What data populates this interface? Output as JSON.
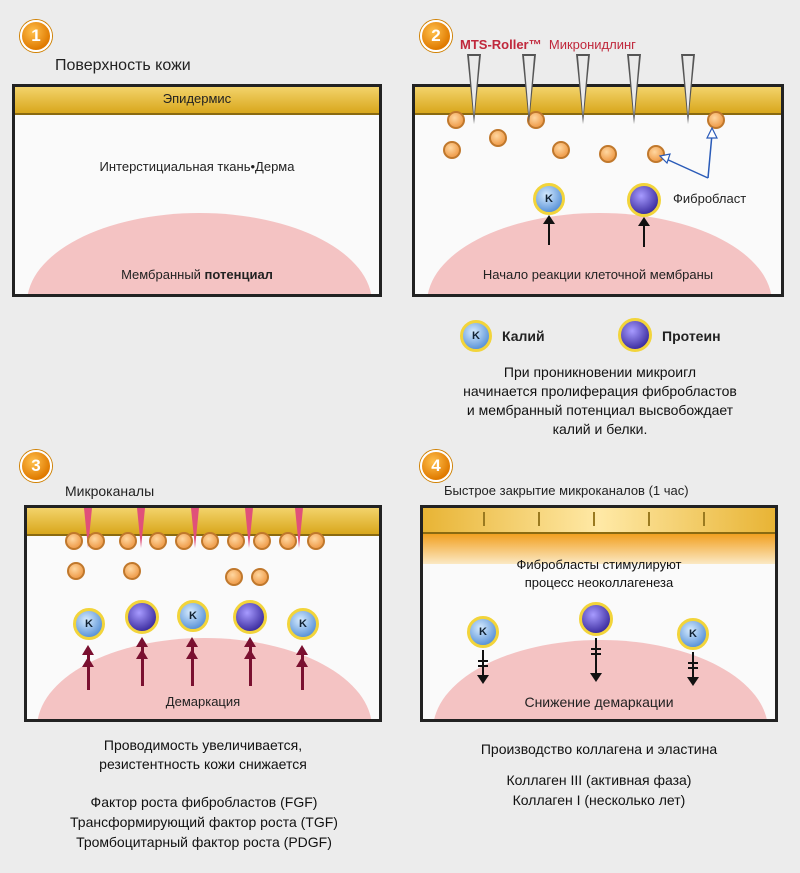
{
  "badges": {
    "one": "1",
    "two": "2",
    "three": "3",
    "four": "4"
  },
  "panel1": {
    "title": "Поверхность кожи",
    "epidermis": "Эпидермис",
    "tissue": "Интерстициальная ткань•Дерма",
    "membrane_prefix": "Мембранный ",
    "membrane_bold": "потенциал"
  },
  "panel2": {
    "title_brand": "MTS-Roller™",
    "title_rest": "Микронидлинг",
    "fibroblast": "Фибробласт",
    "bottom": "Начало реакции клеточной мембраны",
    "k_symbol": "K"
  },
  "legend": {
    "potassium": "Калий",
    "protein": "Протеин",
    "k_symbol": "K"
  },
  "caption2": {
    "line1": "При проникновении микроигл",
    "line2": "начинается пролиферация фибробластов",
    "line3": "и мембранный потенциал высвобождает",
    "line4": "калий и белки."
  },
  "panel3": {
    "title": "Микроканалы",
    "bottom": "Демаркация",
    "k_symbol": "K"
  },
  "caption3": {
    "line1": "Проводимость увеличивается,",
    "line2": "резистентность кожи снижается",
    "o1": "Фактор роста фибробластов (FGF)",
    "o2": "Трансформирующий фактор роста (TGF)",
    "o3": "Тромбоцитарный фактор роста (PDGF)"
  },
  "panel4": {
    "title": "Быстрое закрытие микроканалов (1 час)",
    "mid1": "Фибробласты стимулируют",
    "mid2": "процесс неоколлагенеза",
    "bottom": "Снижение демаркации",
    "k_symbol": "K"
  },
  "caption4": {
    "line1": "Производство коллагена и эластина",
    "o1": "Коллаген III (активная фаза)",
    "o2": "Коллаген I (несколько лет)"
  },
  "colors": {
    "badge": "#e98a00",
    "epidermis": "#e0b43a",
    "dermis_pink": "#f4c3c3",
    "brand_red": "#c0283c",
    "orange_text": "#e06a10"
  }
}
